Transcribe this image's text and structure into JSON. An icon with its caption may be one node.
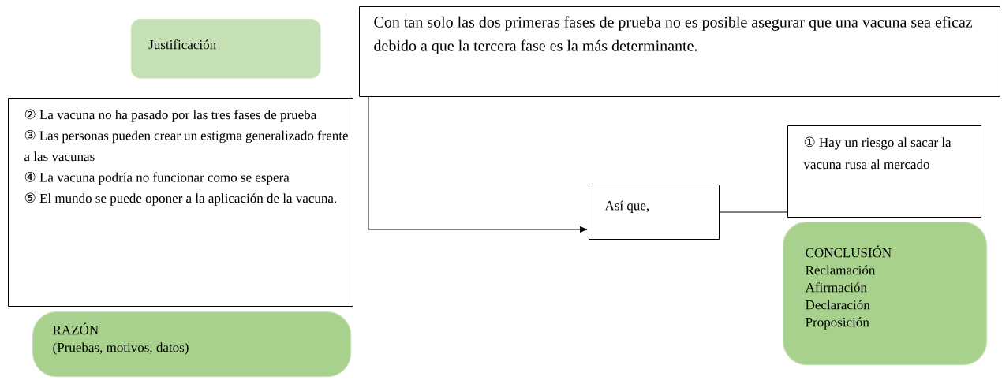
{
  "diagram": {
    "nodes": [
      {
        "text": [
          "Justificación"
        ]
      },
      {
        "text": [
          "Con tan solo las dos primeras fases de prueba no es posible asegurar que una vacuna sea eficaz debido a que la tercera fase es la más determinante."
        ]
      },
      {
        "text": [
          "② La vacuna no ha pasado por las tres fases de prueba",
          "③ Las personas pueden crear un estigma generalizado frente a las vacunas",
          "④ La vacuna podría no funcionar como se espera",
          "⑤ El mundo se puede oponer a la aplicación de la vacuna."
        ]
      },
      {
        "text": [
          "RAZÓN",
          "(Pruebas, motivos, datos)"
        ]
      },
      {
        "text": [
          "Así que,"
        ]
      },
      {
        "text": [
          "① Hay un riesgo al sacar la vacuna rusa al mercado"
        ]
      },
      {
        "text": [
          "CONCLUSIÓN",
          "Reclamación",
          "Afirmación",
          "Declaración",
          "Proposición"
        ]
      }
    ],
    "edges": [
      {
        "from": 1,
        "to": 4,
        "arrow": "to"
      },
      {
        "from": 4,
        "to": 5,
        "arrow": "none"
      }
    ]
  }
}
